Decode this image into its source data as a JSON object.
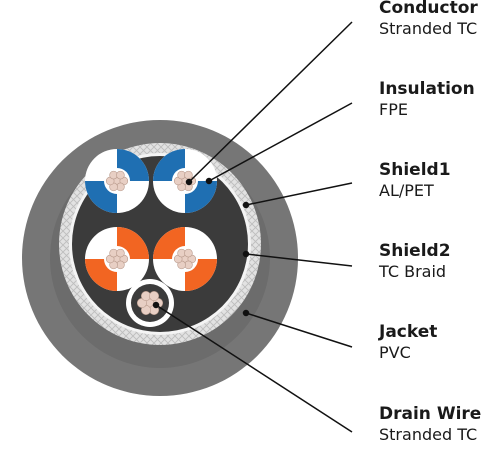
{
  "colors": {
    "jacket": "#767676",
    "jacket_inner": "#6c6c6c",
    "braid": "#e2e2e2",
    "braid_line": "#bdbdbd",
    "core": "#3b3b3b",
    "insulation_white": "#ffffff",
    "blue": "#1f6fb2",
    "orange": "#f26522",
    "conductor": "#e8cfc4",
    "leader_line": "#111111",
    "text": "#1a1a1a"
  },
  "labels": [
    {
      "name": "Conductor",
      "value": "Stranded TC"
    },
    {
      "name": "Insulation",
      "value": "FPE"
    },
    {
      "name": "Shield1",
      "value": "AL/PET"
    },
    {
      "name": "Shield2",
      "value": "TC Braid"
    },
    {
      "name": "Jacket",
      "value": "PVC"
    },
    {
      "name": "Drain Wire",
      "value": "Stranded TC"
    }
  ],
  "pairs": [
    {
      "stripe_color": "blue"
    },
    {
      "stripe_color": "blue"
    },
    {
      "stripe_color": "orange"
    },
    {
      "stripe_color": "orange"
    }
  ]
}
